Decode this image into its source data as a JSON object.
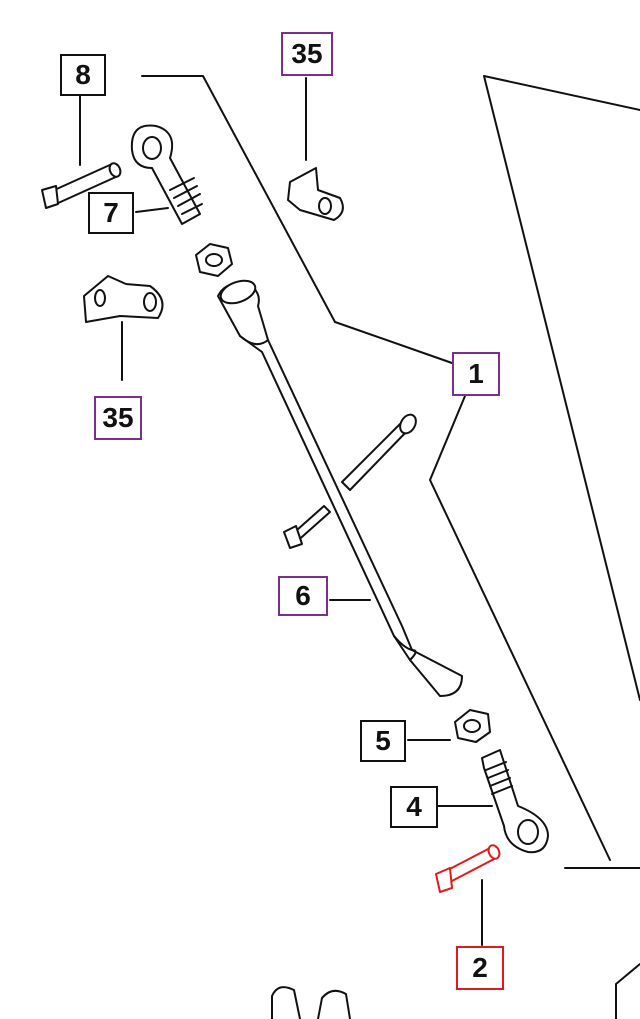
{
  "callouts": {
    "c8": "8",
    "c7": "7",
    "c35_top": "35",
    "c35_left": "35",
    "c1": "1",
    "c6": "6",
    "c5": "5",
    "c4": "4",
    "c2": "2"
  },
  "colors": {
    "line": "#111111",
    "highlight_purple": "#7a2f8e",
    "highlight_red": "#e01a1a"
  }
}
